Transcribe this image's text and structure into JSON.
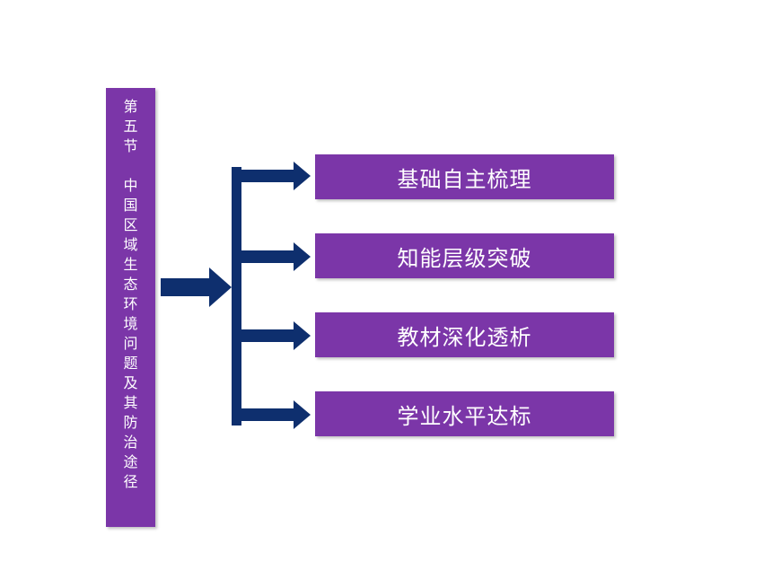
{
  "section_label": [
    "第",
    "五",
    "节"
  ],
  "section_title": [
    "中",
    "国",
    "区",
    "域",
    "生",
    "态",
    "环",
    "境",
    "问",
    "题",
    "及",
    "其",
    "防",
    "治",
    "途",
    "径"
  ],
  "items": [
    {
      "label": "基础自主梳理"
    },
    {
      "label": "知能层级突破"
    },
    {
      "label": "教材深化透析"
    },
    {
      "label": "学业水平达标"
    }
  ],
  "colors": {
    "box": "#7b36a8",
    "arrow": "#0e2f6e"
  }
}
